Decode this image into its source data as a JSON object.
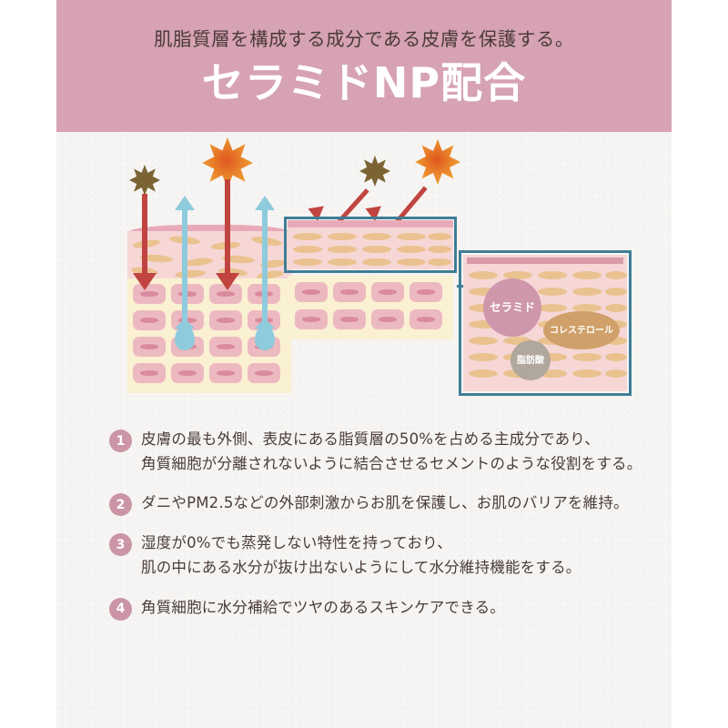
{
  "header": {
    "subtitle": "肌脂質層を構成する成分である皮膚を保護する。",
    "title": "セラミドNP配合",
    "band_color": "#d6a2b4",
    "title_color": "#ffffff",
    "subtitle_color": "#4b3b38"
  },
  "diagram": {
    "left_panel": {
      "name": "unprotected-skin",
      "hazard_icons": [
        "pollutant-burst-icon",
        "uv-sun-burst-icon"
      ],
      "down_arrow_color": "#c0443f",
      "up_arrow_color": "#8ecbdd",
      "arrows_down": 2,
      "arrows_up": 2,
      "droplets": 2,
      "cell_rows": 4,
      "cell_cols": 4
    },
    "middle_panel": {
      "name": "protected-skin",
      "hazard_icons": [
        "pollutant-burst-icon",
        "uv-sun-burst-icon"
      ],
      "deflected_arrows": 2,
      "outline_color": "#3f7e96",
      "cell_rows": 2,
      "cell_cols": 4
    },
    "right_panel": {
      "name": "lipid-composition-detail",
      "outline_color": "#3f7e96",
      "bubbles": [
        {
          "label": "セラミド",
          "color": "#cf97ab",
          "name": "ceramide-bubble"
        },
        {
          "label": "コレステロール",
          "color": "#cfa069",
          "name": "cholesterol-bubble"
        },
        {
          "label": "脂肪酸",
          "color": "#b0a79d",
          "name": "fatty-acid-bubble"
        }
      ]
    },
    "connector": {
      "name": "detail-connector-arrow",
      "color": "#3f7e96"
    }
  },
  "benefits": {
    "badge_color": "#cb95a5",
    "items": [
      {
        "number": "1",
        "text": "皮膚の最も外側、表皮にある脂質層の50%を占める主成分であり、\n角質細胞が分離されないように結合させるセメントのような役割をする。"
      },
      {
        "number": "2",
        "text": "ダニやPM2.5などの外部刺激からお肌を保護し、お肌のバリアを維持。"
      },
      {
        "number": "3",
        "text": "湿度が0%でも蒸発しない特性を持っており、\n肌の中にある水分が抜け出ないようにして水分維持機能をする。"
      },
      {
        "number": "4",
        "text": "角質細胞に水分補給でツヤのあるスキンケアできる。"
      }
    ]
  }
}
